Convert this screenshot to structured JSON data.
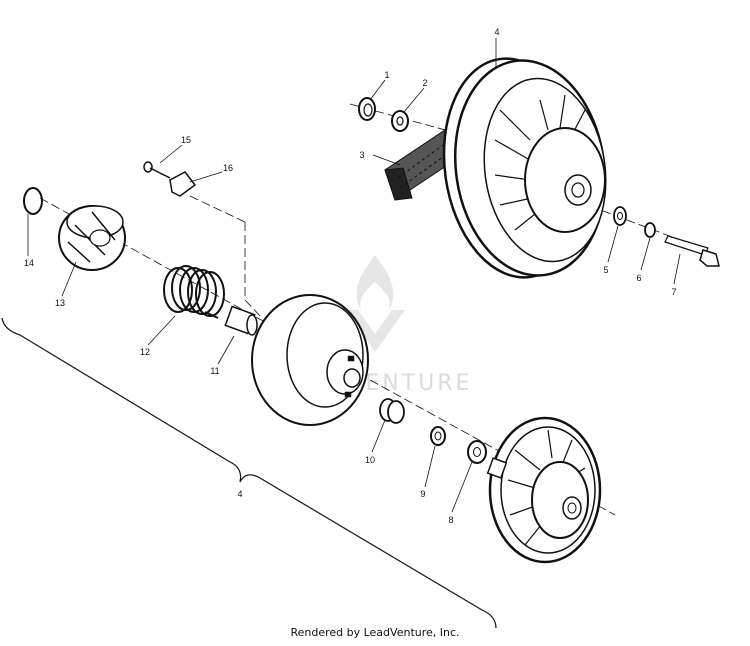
{
  "callouts": {
    "p1": "1",
    "p2": "2",
    "p3": "3",
    "p4_top": "4",
    "p5": "5",
    "p6": "6",
    "p7": "7",
    "p8": "8",
    "p9": "9",
    "p10": "10",
    "p11": "11",
    "p12": "12",
    "p13": "13",
    "p14": "14",
    "p15": "15",
    "p16": "16",
    "p4_assembly": "4"
  },
  "watermark": {
    "text": "LEADVENTURE"
  },
  "footer": {
    "text": "Rendered by LeadVenture, Inc."
  }
}
